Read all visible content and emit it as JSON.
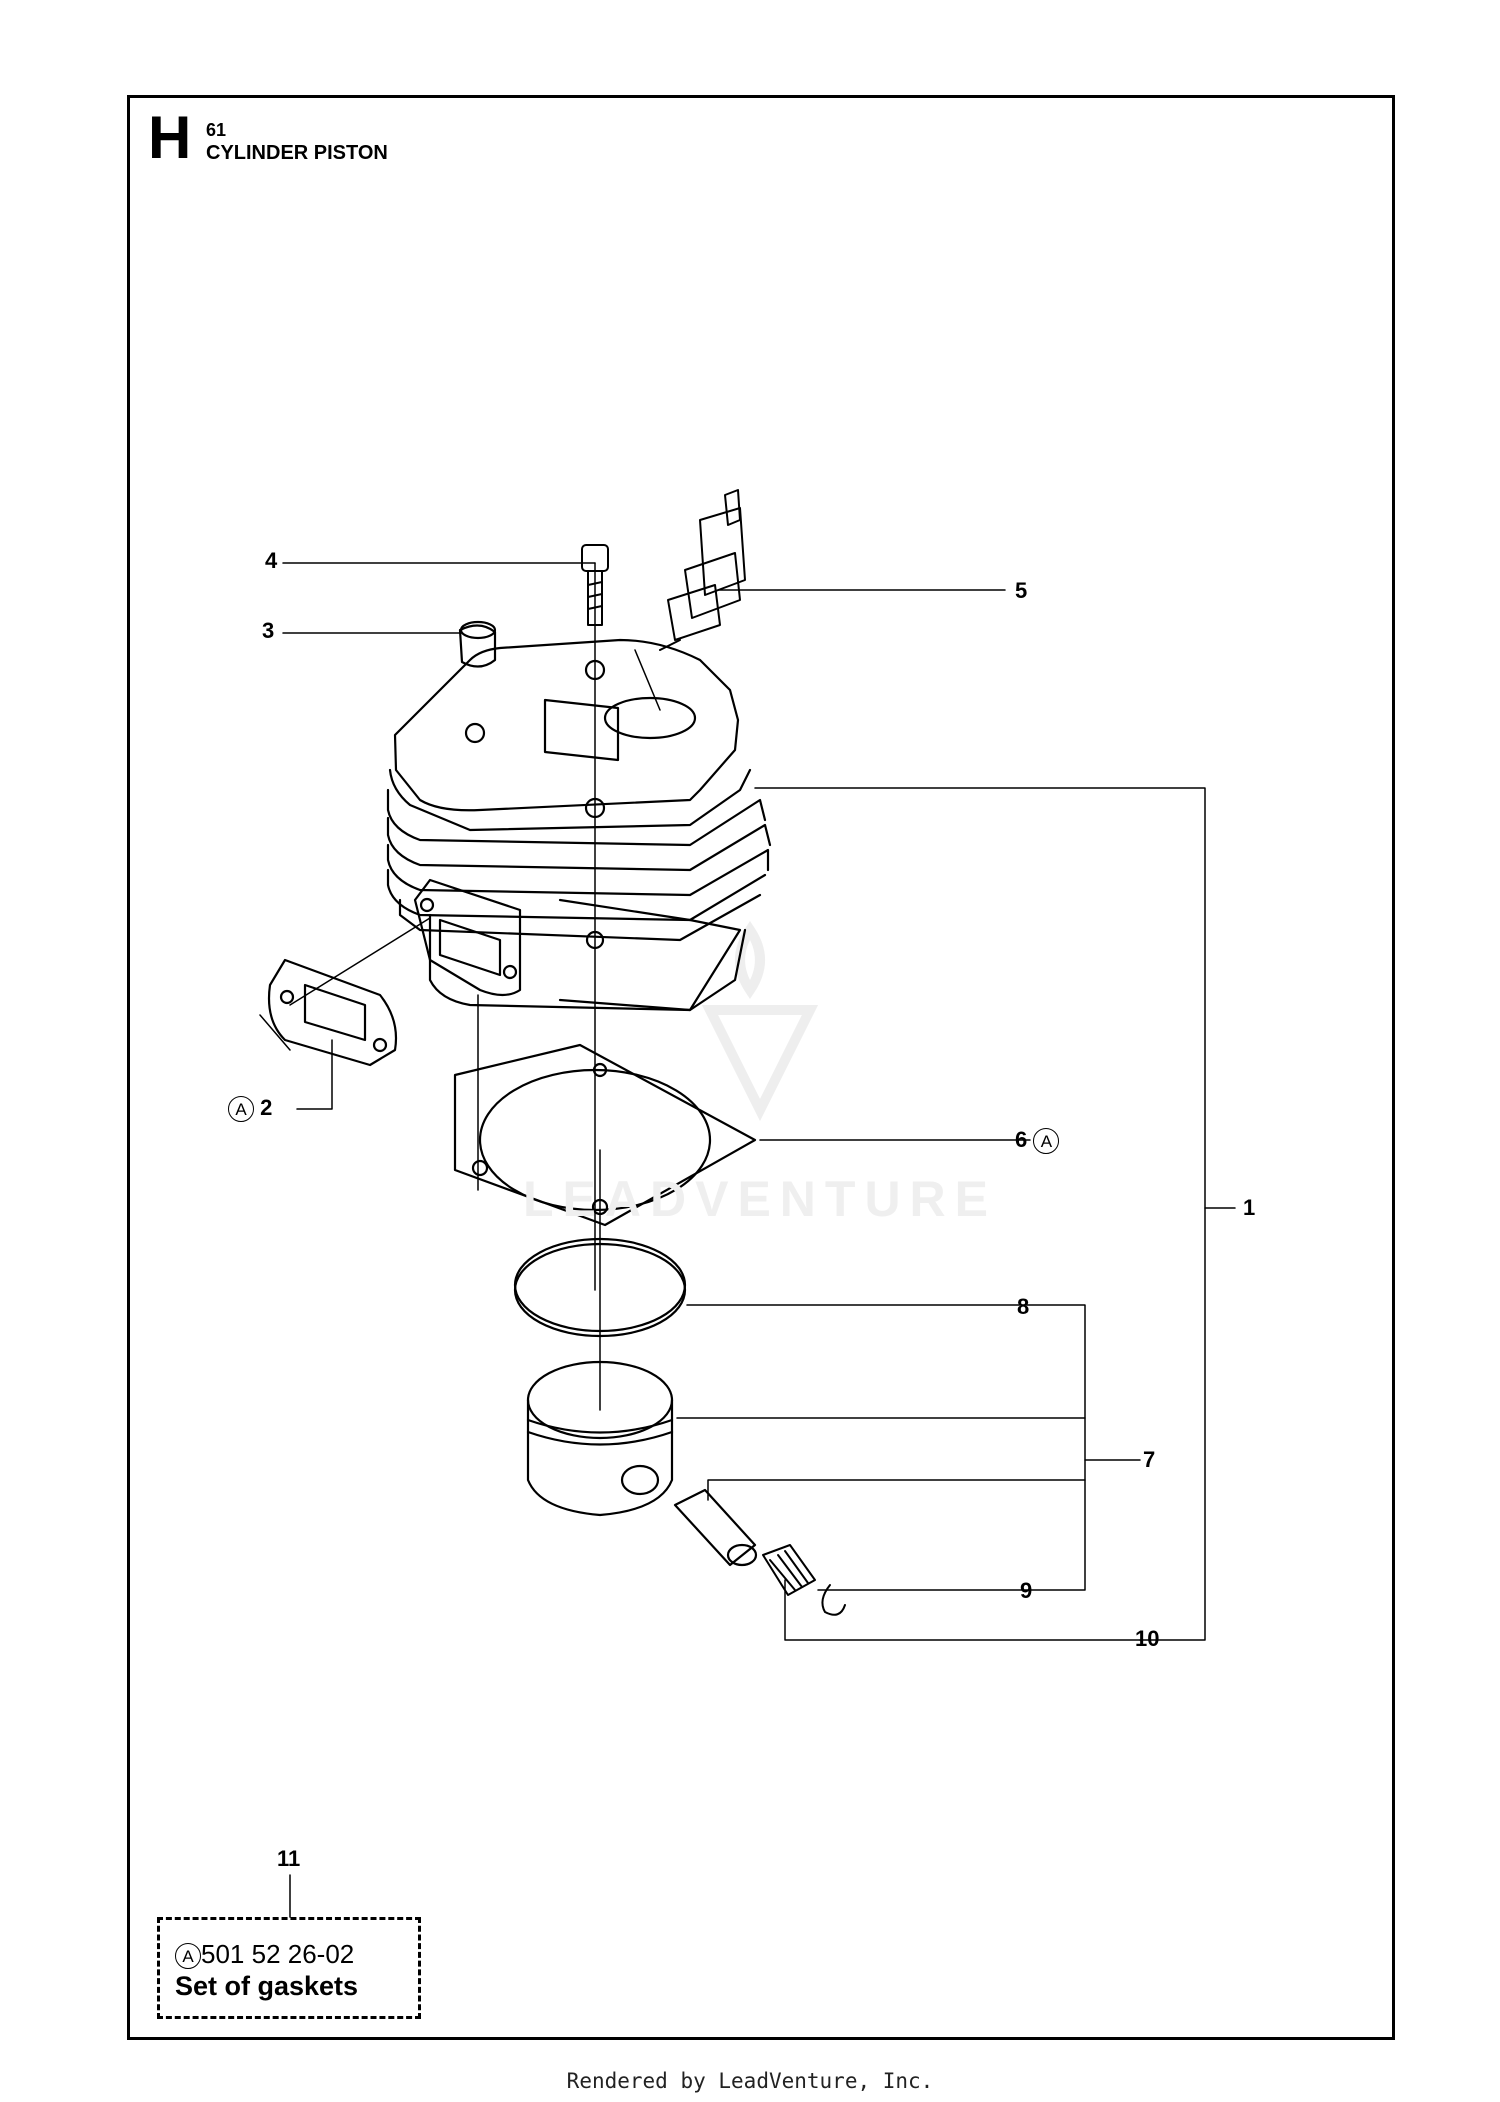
{
  "section": {
    "letter": "H",
    "number": "61",
    "title": "CYLINDER PISTON"
  },
  "callouts": {
    "c1": "1",
    "c2": "2",
    "c3": "3",
    "c4": "4",
    "c5": "5",
    "c6": "6",
    "c7": "7",
    "c8": "8",
    "c9": "9",
    "c10": "10",
    "c11": "11",
    "ref_symbol": "A"
  },
  "kit": {
    "part_number": "501 52 26-02",
    "description": "Set of gaskets"
  },
  "watermark": "LEADVENTURE",
  "footer": "Rendered by LeadVenture, Inc."
}
